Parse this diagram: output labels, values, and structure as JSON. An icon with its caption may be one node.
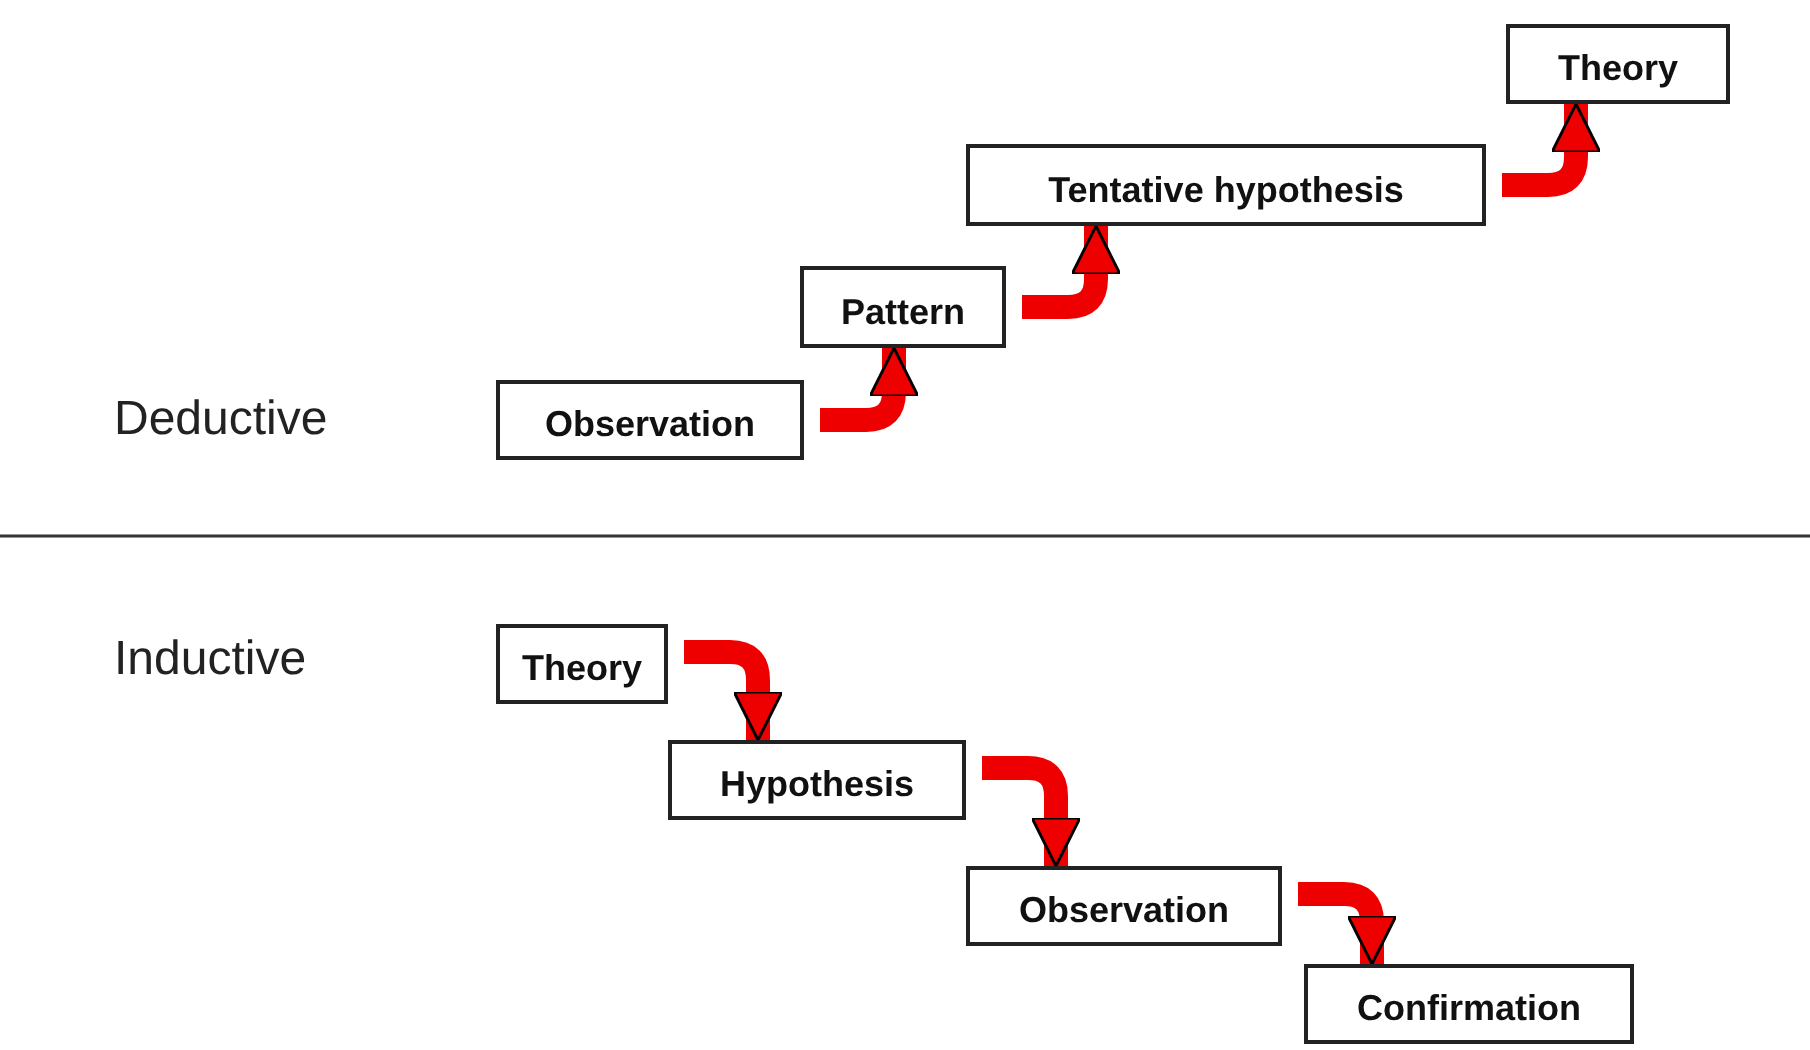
{
  "diagram": {
    "nodes": [
      {
        "text": [
          "Observation"
        ]
      },
      {
        "text": [
          "Pattern"
        ]
      },
      {
        "text": [
          "Tentative hypothesis"
        ]
      },
      {
        "text": [
          "Theory"
        ]
      },
      {
        "text": [
          "Theory"
        ]
      },
      {
        "text": [
          "Hypothesis"
        ]
      },
      {
        "text": [
          "Observation"
        ]
      },
      {
        "text": [
          "Confirmation"
        ]
      }
    ],
    "edges": [
      {
        "from": 0,
        "to": 1,
        "arrow": "to",
        "color": "#ee0000"
      },
      {
        "from": 1,
        "to": 2,
        "arrow": "to",
        "color": "#ee0000"
      },
      {
        "from": 2,
        "to": 3,
        "arrow": "to",
        "color": "#ee0000"
      },
      {
        "from": 4,
        "to": 5,
        "arrow": "to",
        "color": "#ee0000"
      },
      {
        "from": 5,
        "to": 6,
        "arrow": "to",
        "color": "#ee0000"
      },
      {
        "from": 6,
        "to": 7,
        "arrow": "to",
        "color": "#ee0000"
      }
    ],
    "labels": [
      "Deductive",
      "Inductive"
    ]
  }
}
